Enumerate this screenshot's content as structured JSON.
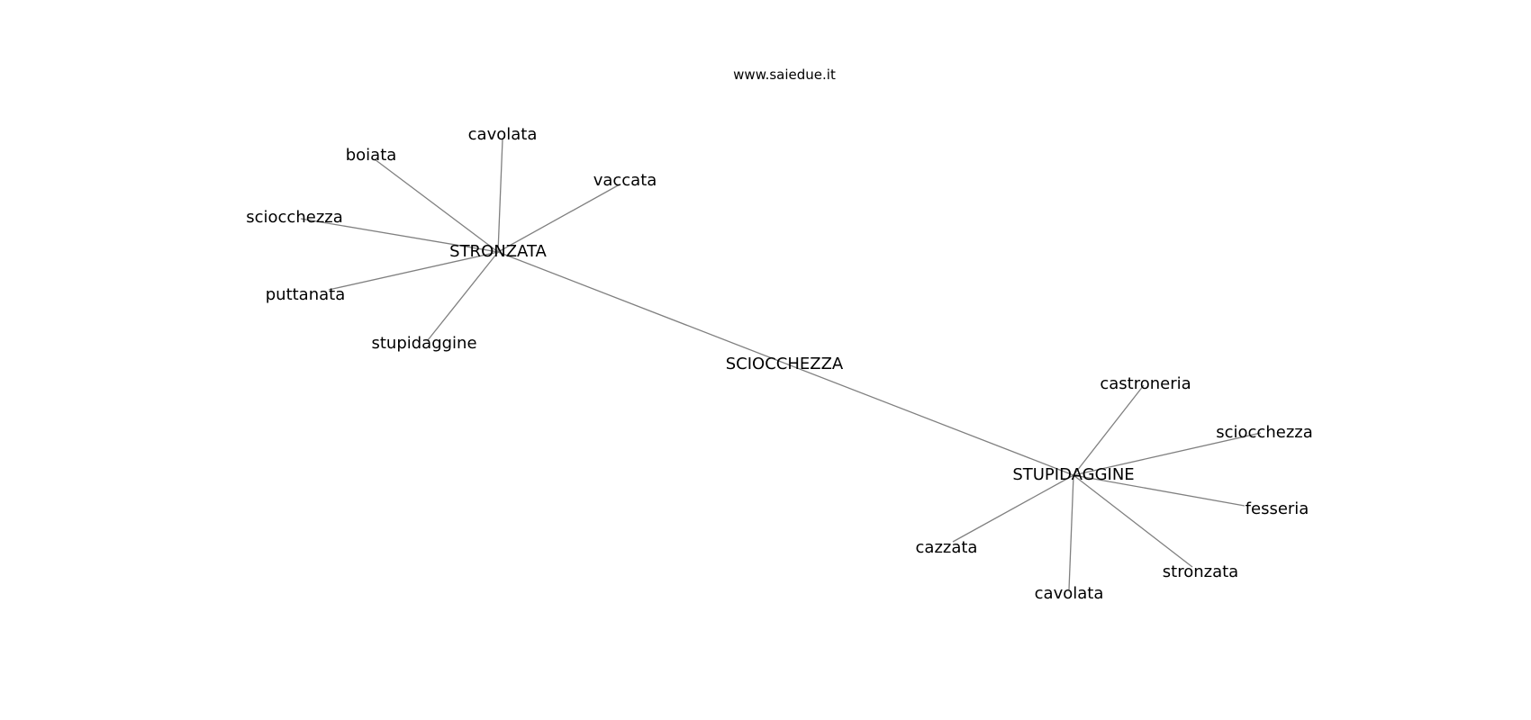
{
  "site": "www.saiedue.it",
  "center": "SCIOCCHEZZA",
  "hubs": [
    {
      "id": "stronzata",
      "label": "STRONZATA",
      "neighbors": [
        "cavolata",
        "boiata",
        "vaccata",
        "sciocchezza",
        "puttanata",
        "stupidaggine"
      ]
    },
    {
      "id": "stupidaggine",
      "label": "STUPIDAGGINE",
      "neighbors": [
        "castroneria",
        "sciocchezza",
        "fesseria",
        "stronzata",
        "cavolata",
        "cazzata"
      ]
    }
  ]
}
